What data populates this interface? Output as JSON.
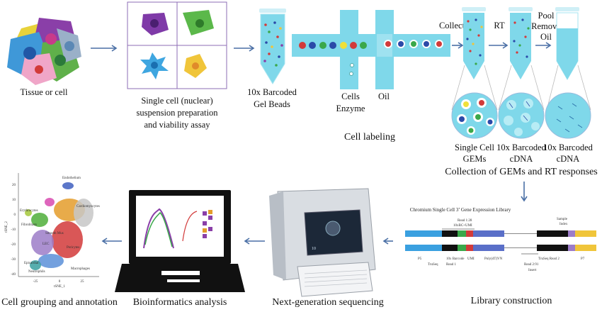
{
  "steps": {
    "tissue": "Tissue or cell",
    "suspension": [
      "Single cell (nuclear)",
      "suspension preparation",
      "and viability assay"
    ],
    "beads": [
      "10x Barcoded",
      "Gel Beads"
    ],
    "cells_enzyme": [
      "Cells",
      "Enzyme"
    ],
    "oil": "Oil",
    "cell_labeling": "Cell labeling",
    "collect": "Collect",
    "rt": "RT",
    "pool": [
      "Pool",
      "Remove",
      "Oil"
    ],
    "gems": [
      "Single Cell",
      "GEMs"
    ],
    "cdna1": [
      "10x Barcoded",
      "cDNA"
    ],
    "cdna2": [
      "10x Barcoded",
      "cDNA"
    ],
    "collection": "Collection of GEMs and RT responses",
    "library_title": "Chromium Single Cell 3’ Gene Expression Library",
    "library": "Library construction",
    "ngs": "Next-generation sequencing",
    "bioinfo": "Bioinformatics analysis",
    "grouping": "Cell grouping and annotation"
  },
  "library_labels": {
    "read1": "Read 1:28",
    "umi_top": "10xBC+UMI",
    "sample": "Sample",
    "index": "Index",
    "p5": "P5",
    "bc_umi": "10x Barcode",
    "umi": "UMI",
    "polyt": "Poly(dT)VN",
    "truseq1": "TruSeq",
    "read1b": "Read 1",
    "truseq2": "TruSeq Read 2",
    "p7": "P7",
    "read291": "Read 2:91",
    "insert": "Insert"
  },
  "tsne": {
    "ylabel": "tSNE_2",
    "xlabel": "tSNE_1",
    "yticks": [
      "20",
      "10",
      "0",
      "-10",
      "-20",
      "-30",
      "-40"
    ],
    "xticks": [
      "-25",
      "0",
      "25"
    ],
    "clusters": [
      "Endothelium",
      "Erythrocytes",
      "Fibroblasts",
      "Cardiomyocytes",
      "Macrophages",
      "Smooth Mus",
      "LEC",
      "Epicardial",
      "Pericytes",
      "Neutrophils"
    ]
  },
  "laptop_screen": "10",
  "colors": {
    "arrow": "#4a6fa5",
    "blue": "#3f5fbf",
    "green": "#4fae3a",
    "orange": "#e49c2a",
    "black": "#111111"
  }
}
